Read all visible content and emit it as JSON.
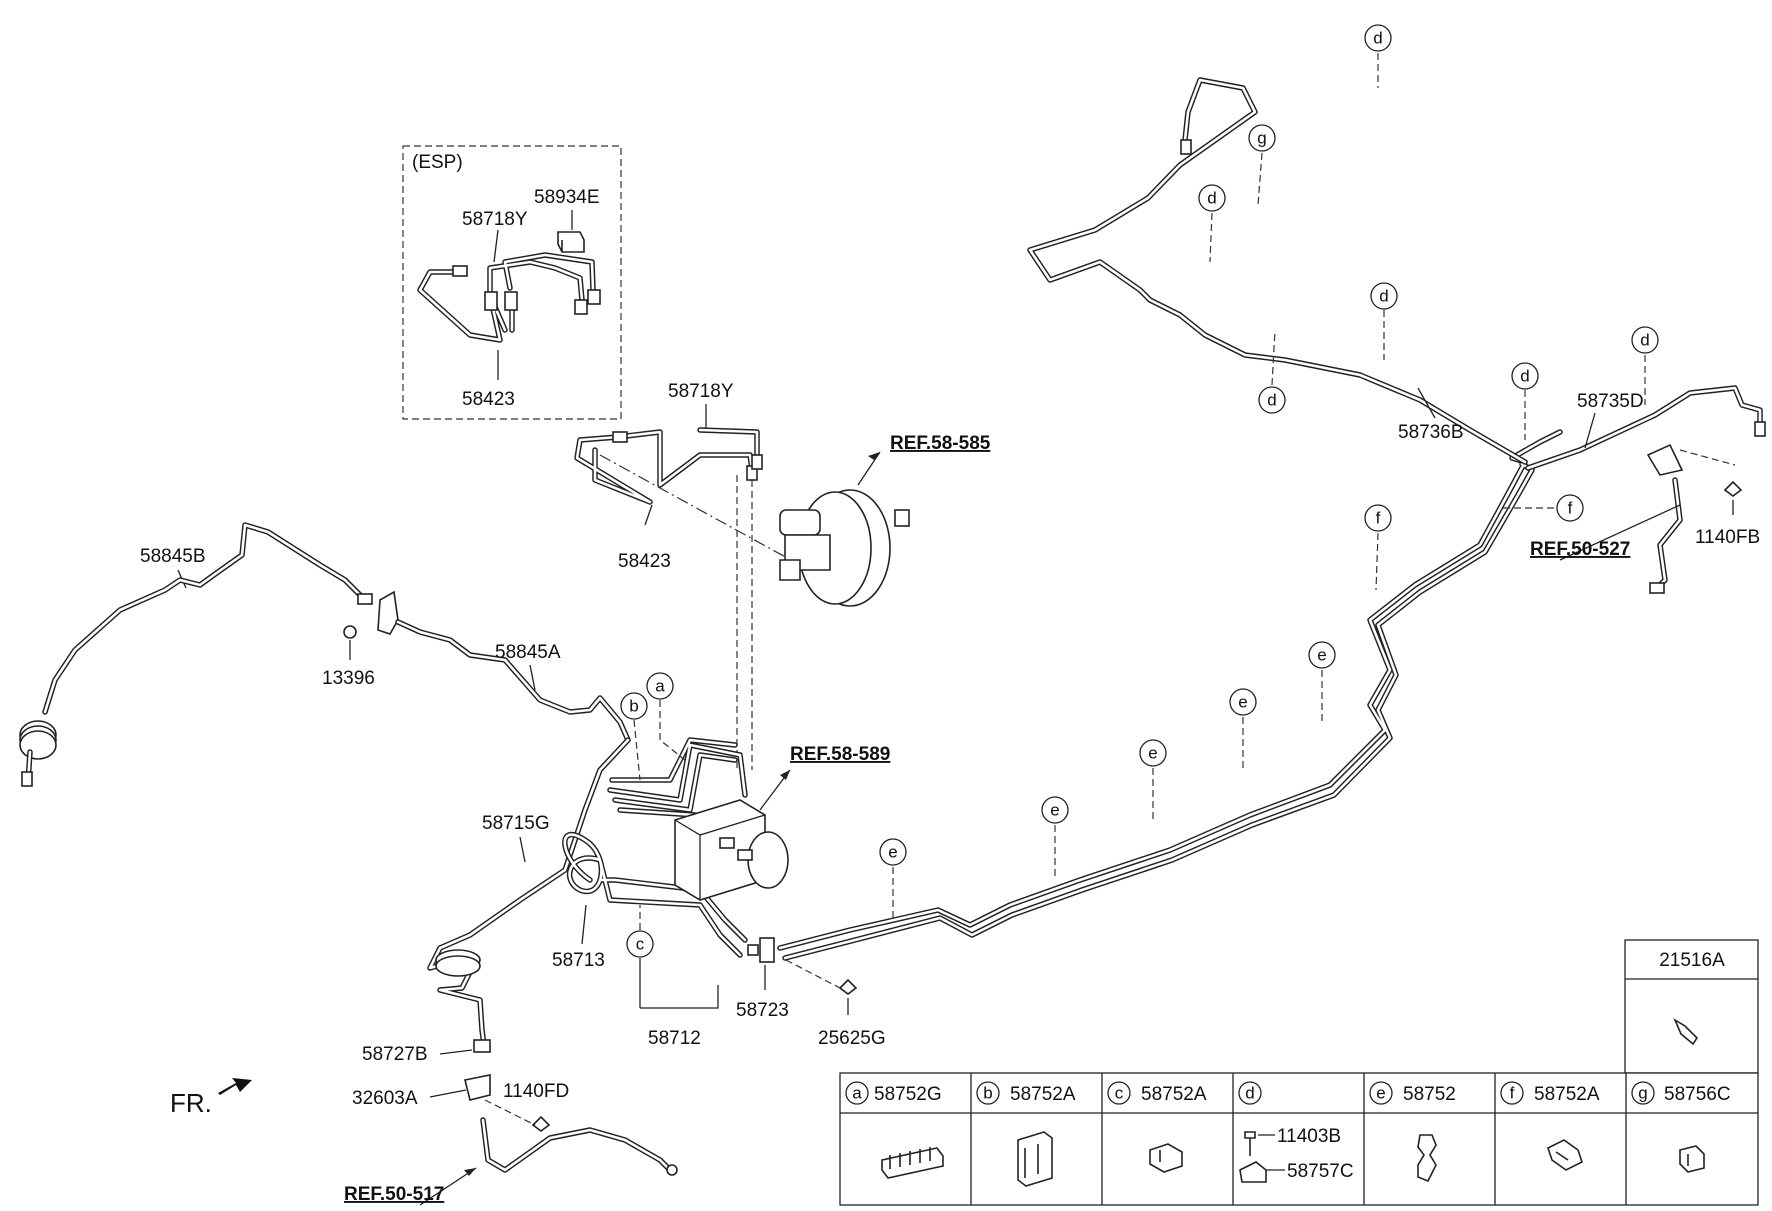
{
  "diagram": {
    "labels": {
      "esp": "(ESP)",
      "p58934E": "58934E",
      "p58718Y_esp": "58718Y",
      "p58423_esp": "58423",
      "p58718Y": "58718Y",
      "p58423": "58423",
      "p58845B": "58845B",
      "p13396": "13396",
      "p58845A": "58845A",
      "p58715G": "58715G",
      "p58713": "58713",
      "p58712": "58712",
      "p58723": "58723",
      "p25625G": "25625G",
      "p58727B": "58727B",
      "p32603A": "32603A",
      "p1140FD": "1140FD",
      "p58736B": "58736B",
      "p58735D": "58735D",
      "p1140FB": "1140FB",
      "fr": "FR."
    },
    "refs": {
      "r58585": "REF.58-585",
      "r58589": "REF.58-589",
      "r50527": "REF.50-527",
      "r50517": "REF.50-517"
    },
    "callouts": {
      "a": "a",
      "b": "b",
      "c": "c",
      "d": "d",
      "e": "e",
      "f": "f",
      "g": "g"
    },
    "legend": {
      "extra_part": "21516A",
      "columns": [
        {
          "letter": "a",
          "part": "58752G"
        },
        {
          "letter": "b",
          "part": "58752A"
        },
        {
          "letter": "c",
          "part": "58752A"
        },
        {
          "letter": "d",
          "part": ""
        },
        {
          "letter": "e",
          "part": "58752"
        },
        {
          "letter": "f",
          "part": "58752A"
        },
        {
          "letter": "g",
          "part": "58756C"
        }
      ],
      "d_parts": [
        "11403B",
        "58757C"
      ]
    }
  }
}
